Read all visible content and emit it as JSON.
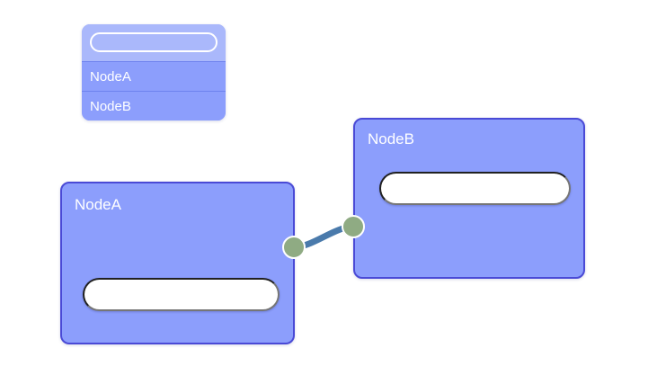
{
  "canvas": {
    "background_color": "#ffffff",
    "node_fill_color": "#8c9efc",
    "node_border_color": "#4a4ad6",
    "port_color": "#8fab83",
    "edge_color": "#4a7aab",
    "panel_header_color": "#aab8fb"
  },
  "palette": {
    "search": {
      "value": "",
      "placeholder": ""
    },
    "items": [
      {
        "label": "NodeA"
      },
      {
        "label": "NodeB"
      }
    ]
  },
  "nodes": [
    {
      "id": "node-a",
      "title": "NodeA",
      "field_value": "",
      "field_placeholder": "",
      "port_out_name": "output-port"
    },
    {
      "id": "node-b",
      "title": "NodeB",
      "field_value": "",
      "field_placeholder": "",
      "port_in_name": "input-port"
    }
  ],
  "edges": [
    {
      "from": "NodeA",
      "to": "NodeB"
    }
  ]
}
